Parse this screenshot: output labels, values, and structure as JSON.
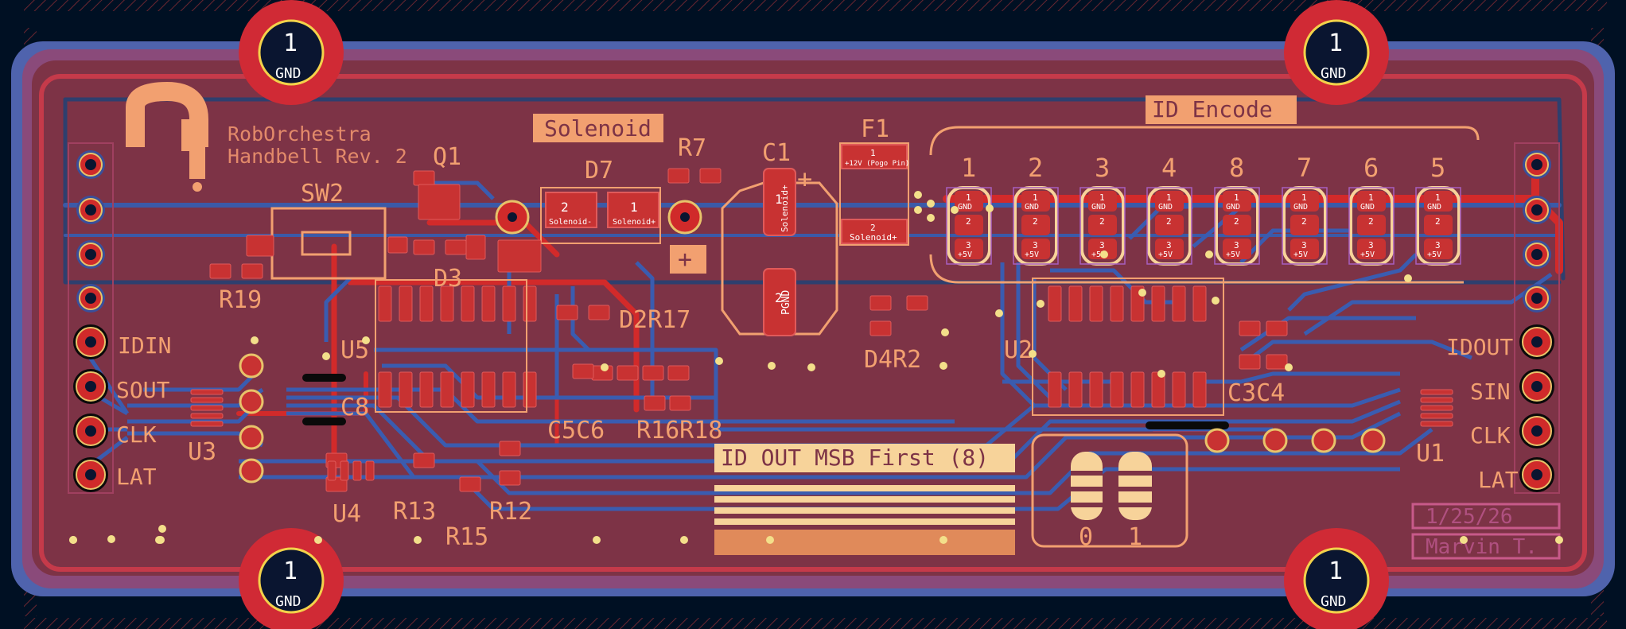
{
  "board": {
    "logo_line1": "RobOrchestra",
    "logo_line2": "Handbell Rev. 2",
    "date": "1/25/26",
    "author": "Marvin T."
  },
  "colors": {
    "background": "#001023",
    "board_fill": "#7a3246",
    "board_fill_inner": "#7d3345",
    "copper_back": "#3c5ca8",
    "copper_front": "#c83232",
    "trace_blue": "#3a5cb0",
    "trace_red": "#d02a2a",
    "silk": "#f2b07c",
    "silk_light": "#f7d39a",
    "pad_gold": "#e8c36a",
    "via_yellow": "#f3df8a"
  },
  "labels": {
    "solenoid": "Solenoid",
    "id_encode": "ID Encode",
    "id_out": "ID OUT MSB First (8)",
    "bit0": "0",
    "bit1": "1",
    "idin": "IDIN",
    "sout": "SOUT",
    "clk_left": "CLK",
    "lat_left": "LAT",
    "idout": "IDOUT",
    "sin": "SIN",
    "clk_right": "CLK",
    "lat_right": "LAT"
  },
  "mounting_holes": [
    {
      "num": "1",
      "net": "GND"
    },
    {
      "num": "1",
      "net": "GND"
    },
    {
      "num": "1",
      "net": "GND"
    },
    {
      "num": "1",
      "net": "GND"
    }
  ],
  "refs": {
    "q1": "Q1",
    "sw2": "SW2",
    "d7": "D7",
    "r7": "R7",
    "c1": "C1",
    "f1": "F1",
    "r19": "R19",
    "d3": "D3",
    "d2r17": "D2R17",
    "d4r2": "D4R2",
    "u2": "U2",
    "c3c4": "C3C4",
    "u5": "U5",
    "c8": "C8",
    "u3": "U3",
    "u4": "U4",
    "r13": "R13",
    "r15": "R15",
    "r12": "R12",
    "c5c6": "C5C6",
    "r16r18": "R16R18",
    "u1": "U1"
  },
  "pad_text": {
    "d7_pad2": "2",
    "d7_pad1": "1",
    "solenoid_minus": "Solenoid-",
    "solenoid_plus": "Solenoid+",
    "c1_pad1": "1",
    "c1_net1": "Solenoid+",
    "c1_pad2": "2",
    "c1_net2": "PGND",
    "f1_pad1": "1",
    "f1_net1": "+12V (Pogo Pin)",
    "f1_pad2": "2",
    "f1_net2": "Solenoid+",
    "plus": "+",
    "gnd": "GND",
    "p5v": "+5V",
    "one": "1",
    "two": "2",
    "three": "3"
  },
  "dip_switches": [
    {
      "label": "1"
    },
    {
      "label": "2"
    },
    {
      "label": "3"
    },
    {
      "label": "4"
    },
    {
      "label": "8"
    },
    {
      "label": "7"
    },
    {
      "label": "6"
    },
    {
      "label": "5"
    }
  ]
}
